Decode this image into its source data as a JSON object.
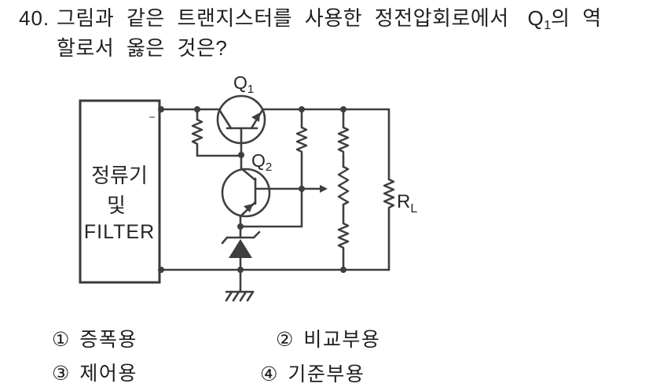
{
  "question": {
    "number": "40.",
    "text_part1": "그림과 같은 트랜지스터를 사용한 정전압회로에서",
    "q_symbol": "Q",
    "q_subscript": "1",
    "text_part2": "의 역",
    "text_line2": "할로서 옳은 것은?"
  },
  "circuit": {
    "box": [
      "정류기",
      "및",
      "FILTER"
    ],
    "q1": {
      "main": "Q",
      "sub": "1"
    },
    "q2": {
      "main": "Q",
      "sub": "2"
    },
    "rl": {
      "main": "R",
      "sub": "L"
    }
  },
  "options": [
    {
      "num": "①",
      "label": "증폭용"
    },
    {
      "num": "②",
      "label": "비교부용"
    },
    {
      "num": "③",
      "label": "제어용"
    },
    {
      "num": "④",
      "label": "기준부용"
    }
  ],
  "colors": {
    "background": "#ffffff",
    "ink": "#1e1e1e",
    "circuit_line": "#3f3f3f"
  }
}
